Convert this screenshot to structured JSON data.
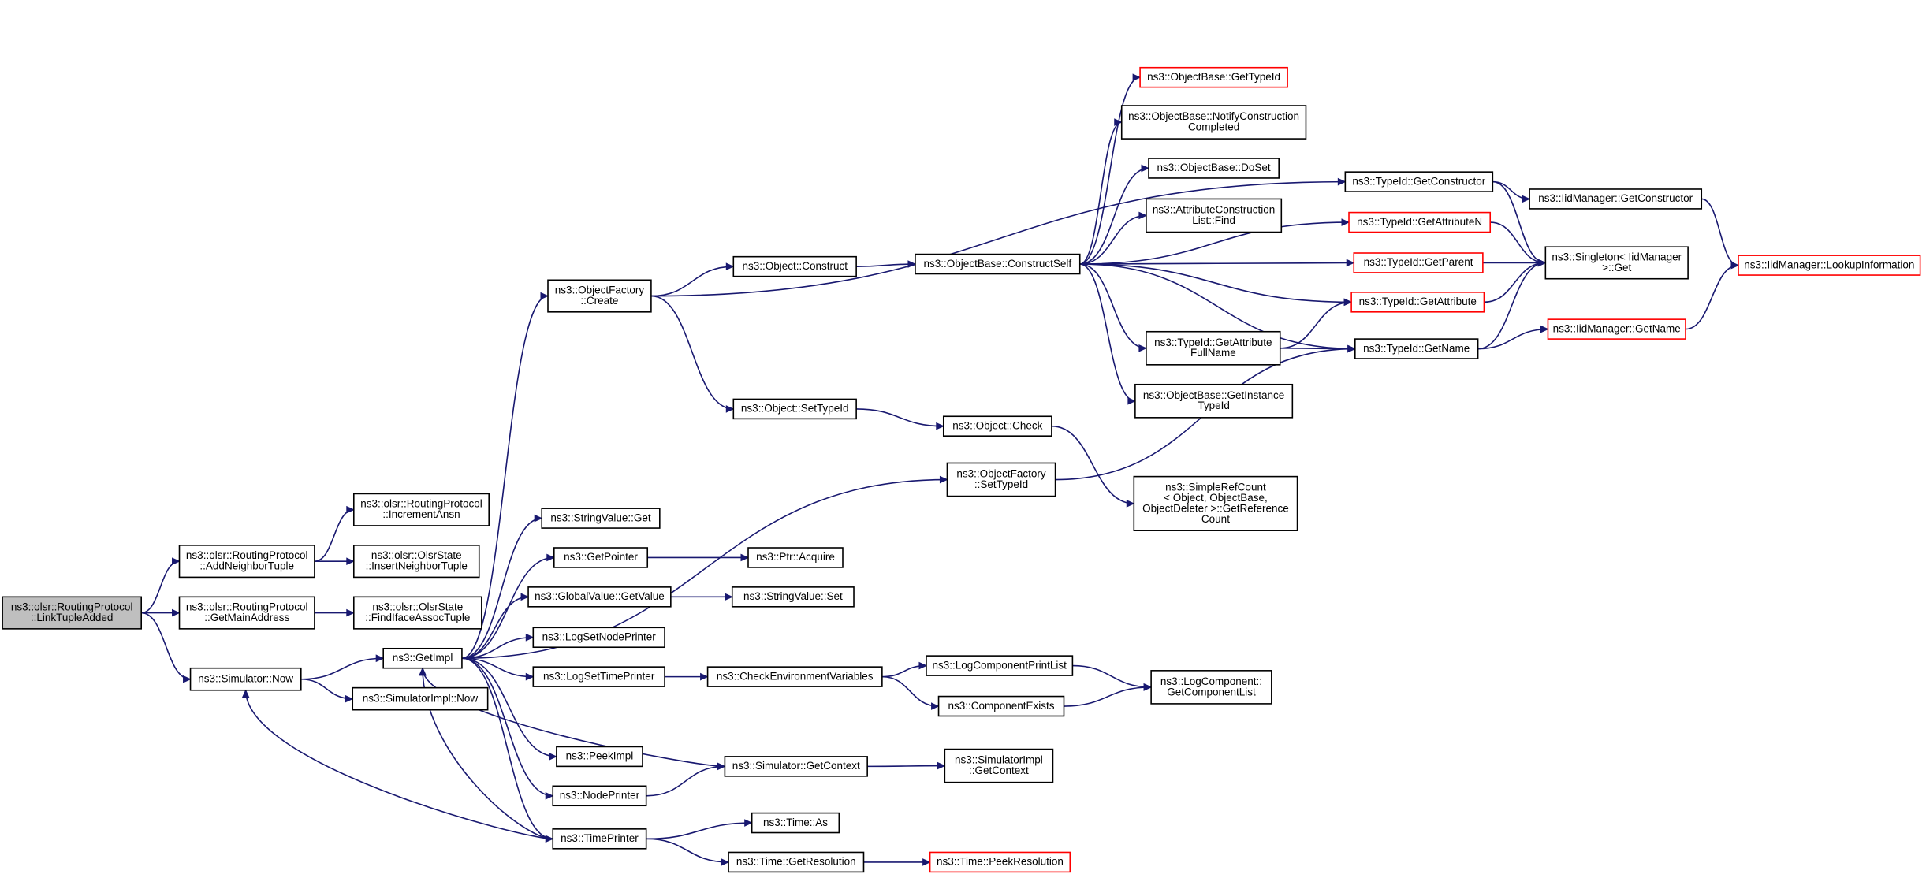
{
  "colors": {
    "edge": "#191970",
    "node_border": "#000000",
    "node_border_truncated": "#ff0000",
    "root_fill": "#bfbfbf",
    "node_fill": "#ffffff"
  },
  "nodes": [
    {
      "id": "root",
      "lines": [
        "ns3::olsr::RoutingProtocol",
        "::LinkTupleAdded"
      ],
      "style": "root"
    },
    {
      "id": "addNeighbor",
      "lines": [
        "ns3::olsr::RoutingProtocol",
        "::AddNeighborTuple"
      ]
    },
    {
      "id": "getMainAddr",
      "lines": [
        "ns3::olsr::RoutingProtocol",
        "::GetMainAddress"
      ]
    },
    {
      "id": "simNow",
      "lines": [
        "ns3::Simulator::Now"
      ]
    },
    {
      "id": "incAnsn",
      "lines": [
        "ns3::olsr::RoutingProtocol",
        "::IncrementAnsn"
      ]
    },
    {
      "id": "insNeighbor",
      "lines": [
        "ns3::olsr::OlsrState",
        "::InsertNeighborTuple"
      ]
    },
    {
      "id": "findIface",
      "lines": [
        "ns3::olsr::OlsrState",
        "::FindIfaceAssocTuple"
      ]
    },
    {
      "id": "getImpl",
      "lines": [
        "ns3::GetImpl"
      ]
    },
    {
      "id": "simImplNow",
      "lines": [
        "ns3::SimulatorImpl::Now"
      ]
    },
    {
      "id": "ofCreate",
      "lines": [
        "ns3::ObjectFactory",
        "::Create"
      ]
    },
    {
      "id": "strValGet",
      "lines": [
        "ns3::StringValue::Get"
      ]
    },
    {
      "id": "getPointer",
      "lines": [
        "ns3::GetPointer"
      ]
    },
    {
      "id": "gvGetValue",
      "lines": [
        "ns3::GlobalValue::GetValue"
      ]
    },
    {
      "id": "logSetNode",
      "lines": [
        "ns3::LogSetNodePrinter"
      ]
    },
    {
      "id": "logSetTime",
      "lines": [
        "ns3::LogSetTimePrinter"
      ]
    },
    {
      "id": "peekImpl",
      "lines": [
        "ns3::PeekImpl"
      ]
    },
    {
      "id": "nodePrinter",
      "lines": [
        "ns3::NodePrinter"
      ]
    },
    {
      "id": "timePrinter",
      "lines": [
        "ns3::TimePrinter"
      ]
    },
    {
      "id": "objConstruct",
      "lines": [
        "ns3::Object::Construct"
      ]
    },
    {
      "id": "objSetTypeId",
      "lines": [
        "ns3::Object::SetTypeId"
      ]
    },
    {
      "id": "ofSetTypeId",
      "lines": [
        "ns3::ObjectFactory",
        "::SetTypeId"
      ]
    },
    {
      "id": "ptrAcquire",
      "lines": [
        "ns3::Ptr::Acquire"
      ]
    },
    {
      "id": "strValSet",
      "lines": [
        "ns3::StringValue::Set"
      ]
    },
    {
      "id": "checkEnv",
      "lines": [
        "ns3::CheckEnvironmentVariables"
      ]
    },
    {
      "id": "simGetContext",
      "lines": [
        "ns3::Simulator::GetContext"
      ]
    },
    {
      "id": "timeAs",
      "lines": [
        "ns3::Time::As"
      ]
    },
    {
      "id": "timeGetRes",
      "lines": [
        "ns3::Time::GetResolution"
      ]
    },
    {
      "id": "obConstructSelf",
      "lines": [
        "ns3::ObjectBase::ConstructSelf"
      ]
    },
    {
      "id": "objCheck",
      "lines": [
        "ns3::Object::Check"
      ]
    },
    {
      "id": "logCompPrint",
      "lines": [
        "ns3::LogComponentPrintList"
      ]
    },
    {
      "id": "compExists",
      "lines": [
        "ns3::ComponentExists"
      ]
    },
    {
      "id": "simImplGetCtx",
      "lines": [
        "ns3::SimulatorImpl",
        "::GetContext"
      ]
    },
    {
      "id": "timePeekRes",
      "lines": [
        "ns3::Time::PeekResolution"
      ],
      "style": "red"
    },
    {
      "id": "obGetTypeId",
      "lines": [
        "ns3::ObjectBase::GetTypeId"
      ],
      "style": "red"
    },
    {
      "id": "obNotify",
      "lines": [
        "ns3::ObjectBase::NotifyConstruction",
        "Completed"
      ]
    },
    {
      "id": "obDoSet",
      "lines": [
        "ns3::ObjectBase::DoSet"
      ]
    },
    {
      "id": "attrConstrFind",
      "lines": [
        "ns3::AttributeConstruction",
        "List::Find"
      ]
    },
    {
      "id": "tidGetAttrFull",
      "lines": [
        "ns3::TypeId::GetAttribute",
        "FullName"
      ]
    },
    {
      "id": "obGetInstTid",
      "lines": [
        "ns3::ObjectBase::GetInstance",
        "TypeId"
      ]
    },
    {
      "id": "simpleRef",
      "lines": [
        "ns3::SimpleRefCount",
        "< Object, ObjectBase,",
        " ObjectDeleter >::GetReference",
        "Count"
      ]
    },
    {
      "id": "logCompGet",
      "lines": [
        "ns3::LogComponent::",
        "GetComponentList"
      ]
    },
    {
      "id": "tidGetCtor",
      "lines": [
        "ns3::TypeId::GetConstructor"
      ]
    },
    {
      "id": "tidGetAttrN",
      "lines": [
        "ns3::TypeId::GetAttributeN"
      ],
      "style": "red"
    },
    {
      "id": "tidGetParent",
      "lines": [
        "ns3::TypeId::GetParent"
      ],
      "style": "red"
    },
    {
      "id": "tidGetAttr",
      "lines": [
        "ns3::TypeId::GetAttribute"
      ],
      "style": "red"
    },
    {
      "id": "tidGetName",
      "lines": [
        "ns3::TypeId::GetName"
      ]
    },
    {
      "id": "iidGetCtor",
      "lines": [
        "ns3::IidManager::GetConstructor"
      ]
    },
    {
      "id": "singletonGet",
      "lines": [
        "ns3::Singleton< IidManager",
        " >::Get"
      ]
    },
    {
      "id": "iidGetName",
      "lines": [
        "ns3::IidManager::GetName"
      ],
      "style": "red"
    },
    {
      "id": "iidLookup",
      "lines": [
        "ns3::IidManager::LookupInformation"
      ],
      "style": "red"
    }
  ],
  "edges": [
    {
      "from": "root",
      "to": "addNeighbor"
    },
    {
      "from": "root",
      "to": "getMainAddr"
    },
    {
      "from": "root",
      "to": "simNow"
    },
    {
      "from": "addNeighbor",
      "to": "incAnsn"
    },
    {
      "from": "addNeighbor",
      "to": "insNeighbor"
    },
    {
      "from": "getMainAddr",
      "to": "findIface"
    },
    {
      "from": "simNow",
      "to": "getImpl"
    },
    {
      "from": "simNow",
      "to": "simImplNow"
    },
    {
      "from": "getImpl",
      "to": "ofCreate"
    },
    {
      "from": "getImpl",
      "to": "strValGet"
    },
    {
      "from": "getImpl",
      "to": "getPointer"
    },
    {
      "from": "getImpl",
      "to": "gvGetValue"
    },
    {
      "from": "getImpl",
      "to": "logSetNode"
    },
    {
      "from": "getImpl",
      "to": "logSetTime"
    },
    {
      "from": "getImpl",
      "to": "peekImpl"
    },
    {
      "from": "getImpl",
      "to": "nodePrinter"
    },
    {
      "from": "getImpl",
      "to": "timePrinter"
    },
    {
      "from": "getImpl",
      "to": "ofSetTypeId"
    },
    {
      "from": "ofCreate",
      "to": "objConstruct"
    },
    {
      "from": "ofCreate",
      "to": "objSetTypeId"
    },
    {
      "from": "ofCreate",
      "to": "tidGetCtor"
    },
    {
      "from": "getPointer",
      "to": "ptrAcquire"
    },
    {
      "from": "gvGetValue",
      "to": "strValSet"
    },
    {
      "from": "logSetTime",
      "to": "checkEnv"
    },
    {
      "from": "nodePrinter",
      "to": "simGetContext"
    },
    {
      "from": "simGetContext",
      "to": "getImpl"
    },
    {
      "from": "simGetContext",
      "to": "simImplGetCtx"
    },
    {
      "from": "timePrinter",
      "to": "simNow"
    },
    {
      "from": "timePrinter",
      "to": "timeAs"
    },
    {
      "from": "timePrinter",
      "to": "timeGetRes"
    },
    {
      "from": "timePrinter",
      "to": "getImpl"
    },
    {
      "from": "timeGetRes",
      "to": "timePeekRes"
    },
    {
      "from": "objConstruct",
      "to": "obConstructSelf"
    },
    {
      "from": "objSetTypeId",
      "to": "objCheck"
    },
    {
      "from": "objCheck",
      "to": "simpleRef"
    },
    {
      "from": "ofSetTypeId",
      "to": "tidGetName"
    },
    {
      "from": "checkEnv",
      "to": "logCompPrint"
    },
    {
      "from": "checkEnv",
      "to": "compExists"
    },
    {
      "from": "logCompPrint",
      "to": "logCompGet"
    },
    {
      "from": "compExists",
      "to": "logCompGet"
    },
    {
      "from": "obConstructSelf",
      "to": "obGetTypeId"
    },
    {
      "from": "obConstructSelf",
      "to": "obNotify"
    },
    {
      "from": "obConstructSelf",
      "to": "obDoSet"
    },
    {
      "from": "obConstructSelf",
      "to": "attrConstrFind"
    },
    {
      "from": "obConstructSelf",
      "to": "tidGetParent"
    },
    {
      "from": "obConstructSelf",
      "to": "tidGetAttr"
    },
    {
      "from": "obConstructSelf",
      "to": "tidGetAttrFull"
    },
    {
      "from": "obConstructSelf",
      "to": "obGetInstTid"
    },
    {
      "from": "obConstructSelf",
      "to": "tidGetAttrN"
    },
    {
      "from": "obConstructSelf",
      "to": "tidGetName"
    },
    {
      "from": "tidGetAttrFull",
      "to": "tidGetAttr"
    },
    {
      "from": "tidGetAttrFull",
      "to": "tidGetName"
    },
    {
      "from": "tidGetCtor",
      "to": "iidGetCtor"
    },
    {
      "from": "tidGetCtor",
      "to": "singletonGet"
    },
    {
      "from": "tidGetAttrN",
      "to": "singletonGet"
    },
    {
      "from": "tidGetParent",
      "to": "singletonGet"
    },
    {
      "from": "tidGetAttr",
      "to": "singletonGet"
    },
    {
      "from": "tidGetName",
      "to": "singletonGet"
    },
    {
      "from": "tidGetName",
      "to": "iidGetName"
    },
    {
      "from": "iidGetCtor",
      "to": "iidLookup"
    },
    {
      "from": "iidGetName",
      "to": "iidLookup"
    }
  ]
}
